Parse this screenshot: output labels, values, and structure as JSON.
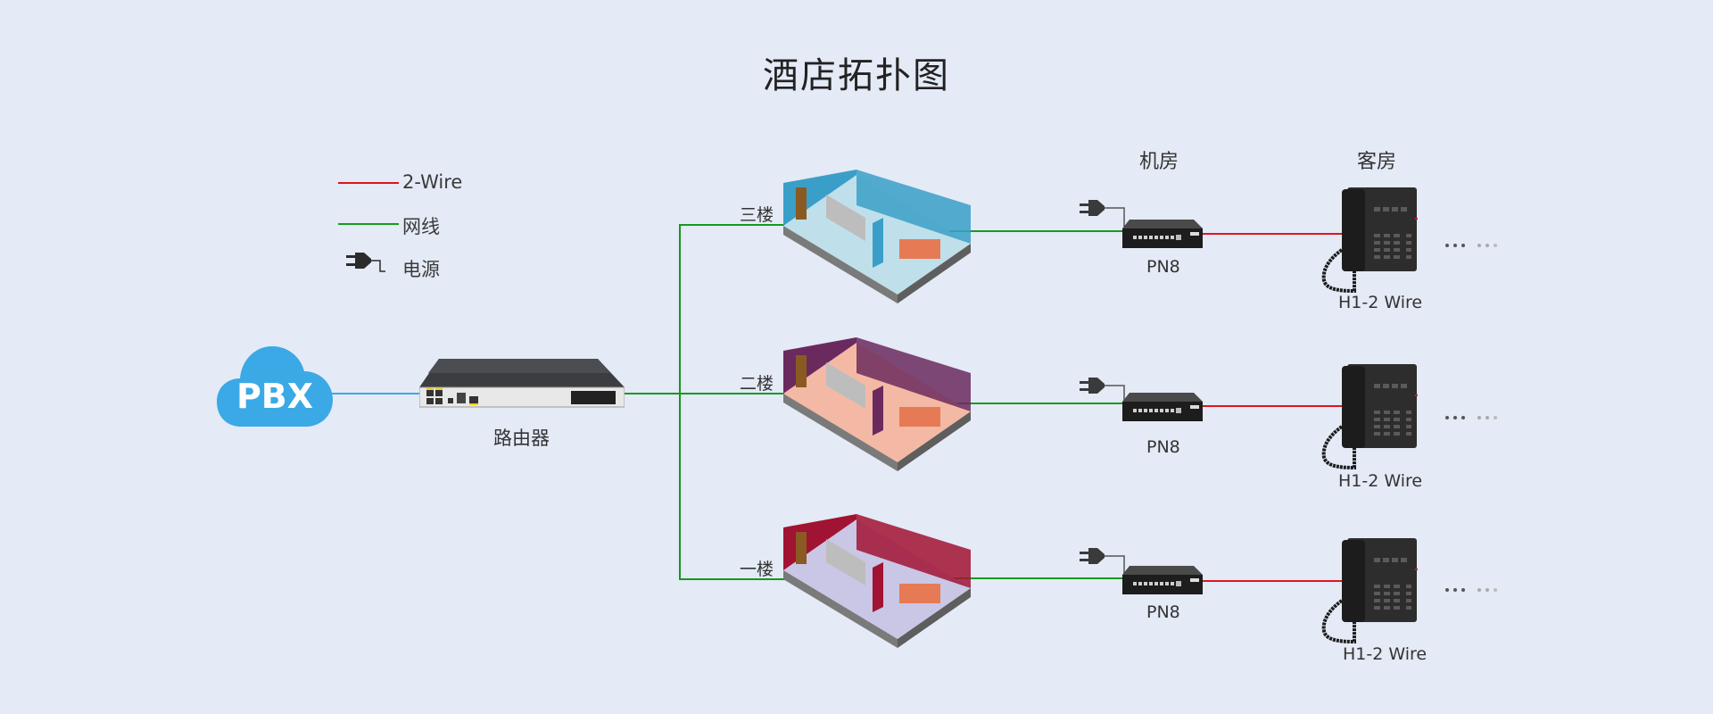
{
  "title": "酒店拓扑图",
  "legend": {
    "items": [
      {
        "icon": "red-line",
        "label": "2-Wire",
        "color": "#e0141e"
      },
      {
        "icon": "green-line",
        "label": "网线",
        "color": "#159a1c"
      },
      {
        "icon": "power-plug-icon",
        "label": "电源"
      }
    ]
  },
  "pbx": {
    "label": "PBX",
    "color": "#3aa9e6"
  },
  "router": {
    "label": "路由器"
  },
  "columns": {
    "server_room": "机房",
    "guest_room": "客房"
  },
  "floors": [
    {
      "label": "三楼",
      "gateway": "PN8",
      "phone": "H1-2 Wire",
      "wall_color": "#3a9fc8",
      "floor_color": "#bfe0ea"
    },
    {
      "label": "二楼",
      "gateway": "PN8",
      "phone": "H1-2 Wire",
      "wall_color": "#6b2a5e",
      "floor_color": "#f4b9a4"
    },
    {
      "label": "一楼",
      "gateway": "PN8",
      "phone": "H1-2 Wire",
      "wall_color": "#a11332",
      "floor_color": "#c9c6e6"
    }
  ],
  "colors": {
    "two_wire": "#e0141e",
    "lan": "#159a1c",
    "pbx_link": "#3aa9e6",
    "background": "#e4eaf6"
  }
}
